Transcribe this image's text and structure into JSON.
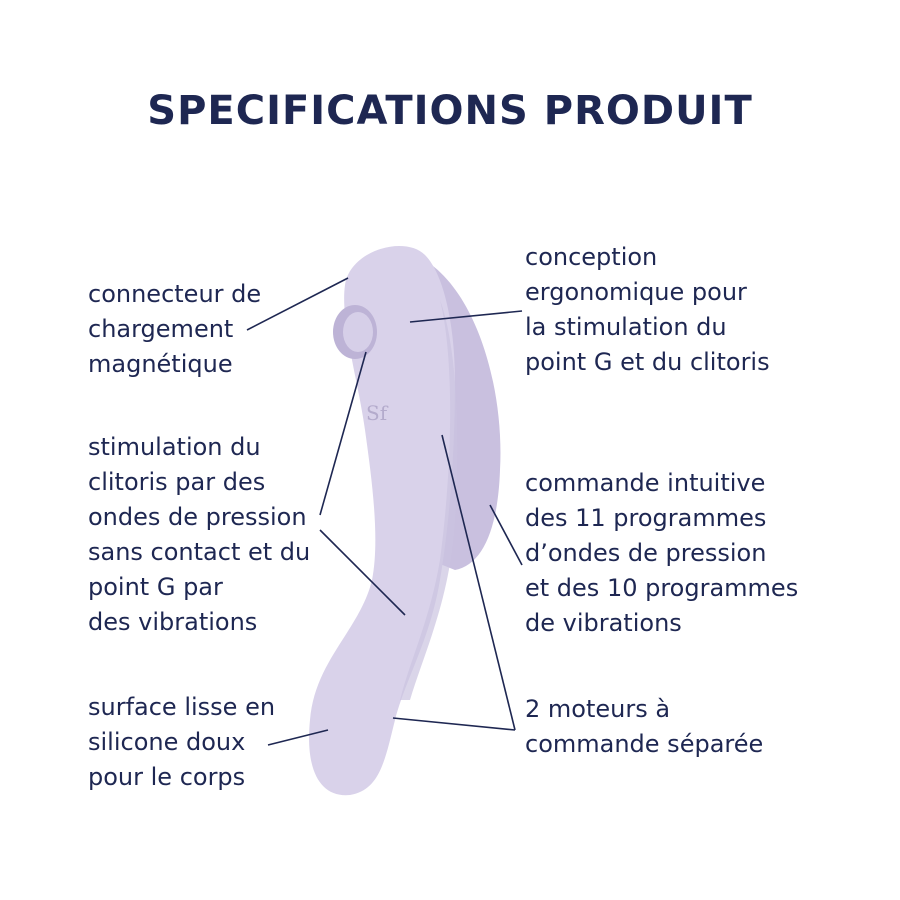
{
  "title": "SPECIFICATIONS PRODUIT",
  "colors": {
    "text": "#1e2752",
    "product_body": "#d8d1e8",
    "product_shadow": "#c2b9d9",
    "back_panel": "#ccc4e1",
    "lines": "#1e2752"
  },
  "left_labels": [
    {
      "lines": [
        "connecteur de",
        "chargement",
        "magnétique"
      ]
    },
    {
      "lines": [
        "stimulation du",
        "clitoris par des",
        "ondes de pression",
        "sans contact et du",
        "point G par",
        "des vibrations"
      ]
    },
    {
      "lines": [
        "surface lisse en",
        "silicone doux",
        "pour le corps"
      ]
    }
  ],
  "right_labels": [
    {
      "lines": [
        "conception",
        "ergonomique pour",
        "la stimulation du",
        "point G et du clitoris"
      ]
    },
    {
      "lines": [
        "commande intuitive",
        "des 11 programmes",
        "d’ondes de pression",
        "et des 10 programmes",
        "de vibrations"
      ]
    },
    {
      "lines": [
        "2 moteurs à",
        "commande séparée"
      ]
    }
  ]
}
